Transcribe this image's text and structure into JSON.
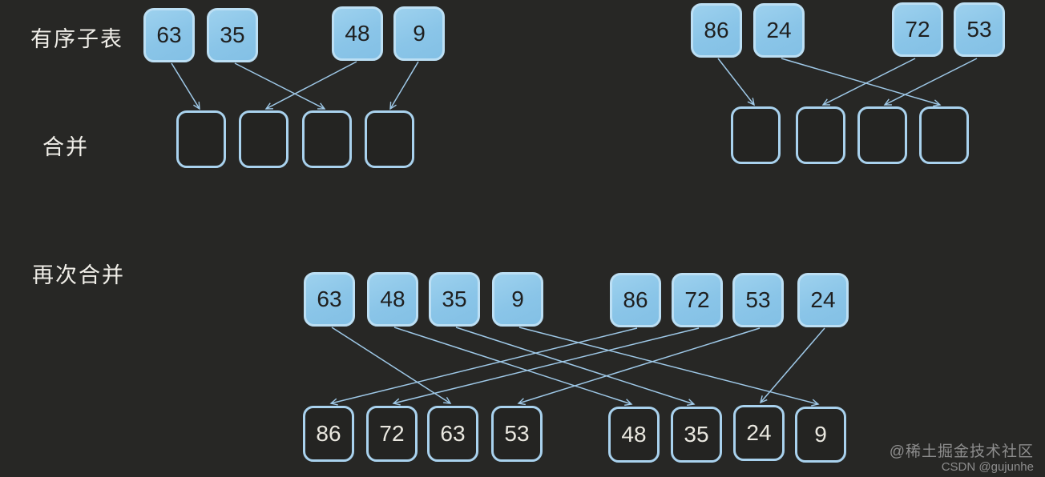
{
  "labels": {
    "sorted_sublists": "有序子表",
    "merge": "合并",
    "merge_again": "再次合并"
  },
  "stage1": {
    "left_input": [
      "63",
      "35",
      "48",
      "9"
    ],
    "right_input": [
      "86",
      "24",
      "72",
      "53"
    ],
    "left_slots_count": 4,
    "right_slots_count": 4
  },
  "stage2": {
    "left_input": [
      "63",
      "48",
      "35",
      "9"
    ],
    "right_input": [
      "86",
      "72",
      "53",
      "24"
    ],
    "left_output": [
      "86",
      "72",
      "63",
      "53"
    ],
    "right_output": [
      "48",
      "35",
      "24",
      "9"
    ]
  },
  "arrow_mappings": {
    "stage1_left": [
      [
        "63",
        "slot1"
      ],
      [
        "35",
        "slot3"
      ],
      [
        "48",
        "slot2"
      ],
      [
        "9",
        "slot4"
      ]
    ],
    "stage1_right": [
      [
        "86",
        "slot1"
      ],
      [
        "24",
        "slot4"
      ],
      [
        "72",
        "slot2"
      ],
      [
        "53",
        "slot3"
      ]
    ],
    "stage2": [
      [
        "63",
        "out3"
      ],
      [
        "48",
        "out5"
      ],
      [
        "35",
        "out6"
      ],
      [
        "9",
        "out8"
      ],
      [
        "86",
        "out1"
      ],
      [
        "72",
        "out2"
      ],
      [
        "53",
        "out4"
      ],
      [
        "24",
        "out7"
      ]
    ]
  },
  "watermark": {
    "community": "@稀土掘金技术社区",
    "author": "CSDN @gujunhe"
  },
  "colors": {
    "background": "#272725",
    "filled_box_fill": "#8fc8ea",
    "filled_box_border": "#bcdff4",
    "filled_box_text": "#1f1f1f",
    "outline_box_border": "#a9d2ee",
    "result_text": "#eae8e0",
    "label_text": "#f0eee8",
    "arrow": "#9fc9e8",
    "watermark_text": "#8d8d8d"
  }
}
